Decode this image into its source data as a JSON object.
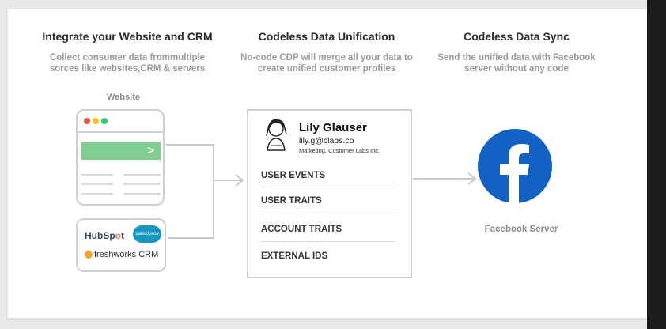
{
  "columns": [
    {
      "title": "Integrate your Website and CRM",
      "subtitle_lines": [
        "Collect consumer data frommultiple",
        "sorces like websites,CRM & servers"
      ]
    },
    {
      "title": "Codeless Data Unification",
      "subtitle_lines": [
        "No-code CDP will merge all your data to",
        "create unified customer profiles"
      ]
    },
    {
      "title": "Codeless Data Sync",
      "subtitle_lines": [
        "Send the unified data with Facebook",
        "server without any code"
      ]
    }
  ],
  "website": {
    "label": "Website",
    "arrow": ">"
  },
  "crm": {
    "hubspot": {
      "text_a": "HubSp",
      "text_o": "o",
      "text_b": "t"
    },
    "salesforce": "salesforce",
    "freshworks": "freshworks CRM"
  },
  "profile": {
    "name": "Lily Glauser",
    "email": "lily.g@clabs.co",
    "role": "Marketing, Customer Labs Inc.",
    "items": [
      "USER EVENTS",
      "USER TRAITS",
      "ACCOUNT TRAITS",
      "EXTERNAL IDS"
    ]
  },
  "facebook": {
    "label": "Facebook Server",
    "brand_color": "#1877f2"
  },
  "colors": {
    "dot_red": "#e74c3c",
    "dot_yellow": "#f1c40f",
    "dot_green": "#2ecc71",
    "website_bar": "#7fcf8f",
    "connector": "#c8c8c8"
  }
}
